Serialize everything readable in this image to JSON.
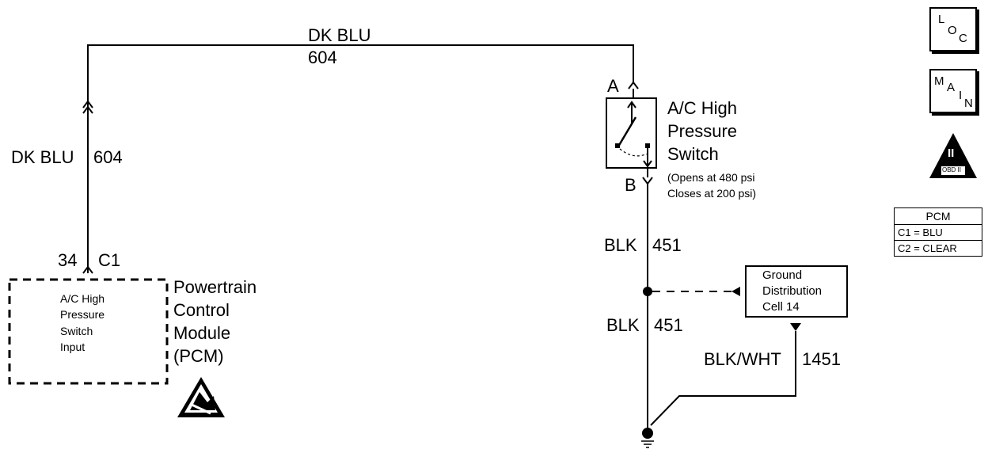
{
  "top_wire": {
    "color": "DK BLU",
    "circuit": "604"
  },
  "left_wire": {
    "color": "DK BLU",
    "circuit": "604"
  },
  "pcm_connector": {
    "pin": "34",
    "connector": "C1"
  },
  "pcm_box": {
    "lines": [
      "A/C High",
      "Pressure",
      "Switch",
      "Input"
    ]
  },
  "pcm_title": {
    "lines": [
      "Powertrain",
      "Control",
      "Module",
      "(PCM)"
    ]
  },
  "switch": {
    "pin_a": "A",
    "pin_b": "B",
    "title_lines": [
      "A/C High",
      "Pressure",
      "Switch"
    ],
    "note_lines": [
      "(Opens at 480 psi",
      "Closes at 200 psi)"
    ]
  },
  "wire_upper": {
    "color": "BLK",
    "circuit": "451"
  },
  "wire_lower": {
    "color": "BLK",
    "circuit": "451"
  },
  "ground_dist": {
    "lines": [
      "Ground",
      "Distribution",
      "Cell 14"
    ]
  },
  "ground_wire": {
    "color": "BLK/WHT",
    "circuit": "1451"
  },
  "loc_icon": {
    "letters": [
      "L",
      "O",
      "C"
    ]
  },
  "main_icon": {
    "letters": [
      "M",
      "A",
      "I",
      "N"
    ]
  },
  "obd_icon": {
    "numeral": "II",
    "label": "OBD II"
  },
  "pcm_legend": {
    "header": "PCM",
    "rows": [
      "C1 = BLU",
      "C2 = CLEAR"
    ]
  }
}
